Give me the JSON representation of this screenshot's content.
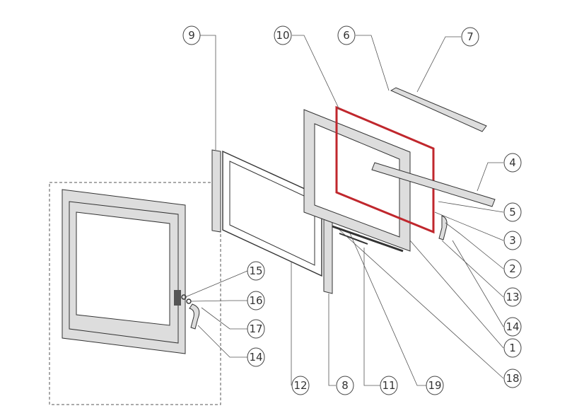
{
  "diagram": {
    "callouts": [
      {
        "label": "9",
        "part": "side-trim-left"
      },
      {
        "label": "10",
        "part": "gasket"
      },
      {
        "label": "6",
        "part": "top-rail-inner"
      },
      {
        "label": "7",
        "part": "top-rail"
      },
      {
        "label": "4",
        "part": "bottom-bar"
      },
      {
        "label": "5",
        "part": "latch"
      },
      {
        "label": "3",
        "part": "hinge"
      },
      {
        "label": "2",
        "part": "screw"
      },
      {
        "label": "13",
        "part": "handle-pin"
      },
      {
        "label": "14",
        "part": "handle-right"
      },
      {
        "label": "1",
        "part": "door-frame"
      },
      {
        "label": "18",
        "part": "clip"
      },
      {
        "label": "19",
        "part": "glass-retainer"
      },
      {
        "label": "11",
        "part": "bottom-strip"
      },
      {
        "label": "8",
        "part": "side-trim-right"
      },
      {
        "label": "12",
        "part": "glass"
      },
      {
        "label": "15",
        "part": "washer"
      },
      {
        "label": "16",
        "part": "nut"
      },
      {
        "label": "17",
        "part": "spring"
      },
      {
        "label": "14",
        "part": "handle-left"
      }
    ],
    "colors": {
      "gasket": "#c0272d",
      "line": "#333333"
    }
  }
}
